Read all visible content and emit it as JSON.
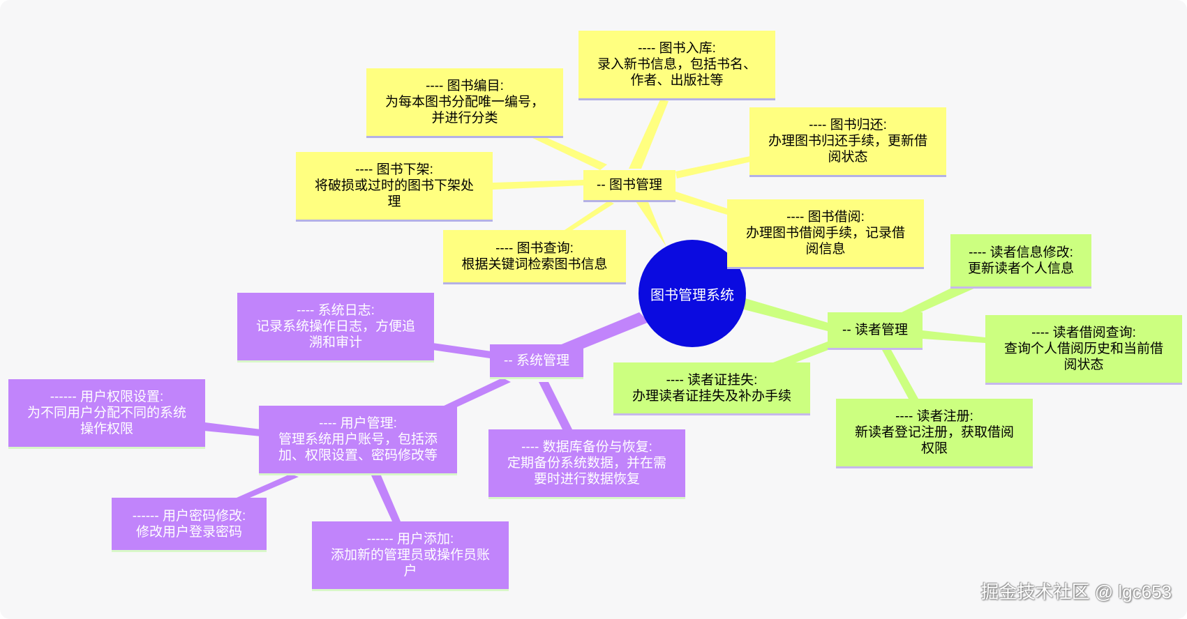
{
  "root": {
    "label": "图书管理系统"
  },
  "branches": {
    "book": {
      "label": "-- 图书管理",
      "color": "#ffff80",
      "children": {
        "stock": [
          "---- 图书入库:",
          "录入新书信息，包括书名、",
          "作者、出版社等"
        ],
        "catalog": [
          "---- 图书编目:",
          "为每本图书分配唯一编号，",
          "并进行分类"
        ],
        "returning": [
          "---- 图书归还:",
          "办理图书归还手续，更新借",
          "阅状态"
        ],
        "remove": [
          "---- 图书下架:",
          "将破损或过时的图书下架处",
          "理"
        ],
        "borrow": [
          "---- 图书借阅:",
          "办理图书借阅手续，记录借",
          "阅信息"
        ],
        "search": [
          "---- 图书查询:",
          "根据关键词检索图书信息"
        ]
      }
    },
    "reader": {
      "label": "-- 读者管理",
      "color": "#ccff80",
      "children": {
        "info_edit": [
          "---- 读者信息修改:",
          "更新读者个人信息"
        ],
        "history": [
          "---- 读者借阅查询:",
          "查询个人借阅历史和当前借",
          "阅状态"
        ],
        "card_loss": [
          "---- 读者证挂失:",
          "办理读者证挂失及补办手续"
        ],
        "register": [
          "---- 读者注册:",
          "新读者登记注册，获取借阅",
          "权限"
        ]
      }
    },
    "system": {
      "label": "-- 系统管理",
      "color": "#c184fb",
      "children": {
        "log": [
          "---- 系统日志:",
          "记录系统操作日志，方便追",
          "溯和审计"
        ],
        "users": [
          "---- 用户管理:",
          "管理系统用户账号，包括添",
          "加、权限设置、密码修改等"
        ],
        "backup": [
          "---- 数据库备份与恢复:",
          "定期备份系统数据，并在需",
          "要时进行数据恢复"
        ]
      },
      "users_children": {
        "permission": [
          "------ 用户权限设置:",
          "为不同用户分配不同的系统",
          "操作权限"
        ],
        "password": [
          "------ 用户密码修改:",
          "修改用户登录密码"
        ],
        "add": [
          "------ 用户添加:",
          "添加新的管理员或操作员账",
          "户"
        ]
      }
    }
  },
  "root_color": "#0b0be0",
  "watermark": "掘金技术社区 @ lgc653"
}
